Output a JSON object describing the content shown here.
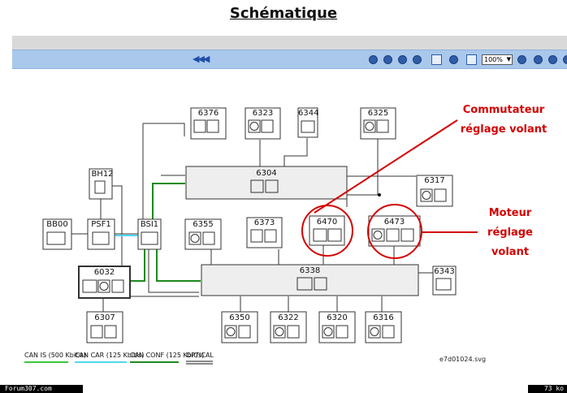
{
  "page": {
    "title": "Schématique"
  },
  "viewer": {
    "back_nav": "◀◀◀",
    "zoom_value": "100%"
  },
  "colors": {
    "toolbar_bg": "#a9c8ec",
    "annotation_red": "#d40000",
    "can_is": "#3cc83c",
    "can_car": "#4fd8f0",
    "can_conf": "#1e8a1e"
  },
  "nodes": {
    "n6376": "6376",
    "n6323": "6323",
    "n6344": "6344",
    "n6325": "6325",
    "n6304": "6304",
    "nBH12": "BH12",
    "n6317": "6317",
    "nBB00": "BB00",
    "nPSF1": "PSF1",
    "nBSI1": "BSI1",
    "n6355": "6355",
    "n6373": "6373",
    "n6470": "6470",
    "n6473": "6473",
    "n6032": "6032",
    "n6338": "6338",
    "n6343": "6343",
    "n6307": "6307",
    "n6350": "6350",
    "n6322": "6322",
    "n6320": "6320",
    "n6316": "6316"
  },
  "annotations": {
    "commutateur": [
      "Commutateur",
      "réglage volant"
    ],
    "moteur": [
      "Moteur",
      "réglage",
      "volant"
    ]
  },
  "legend": {
    "can_is": "CAN IS (500 Kbit/s)",
    "can_car": "CAN CAR (125 Kbit/s)",
    "can_conf": "CAN CONF (125 Kbit/s)",
    "optical": "OPTICAL"
  },
  "filename": "e7d01024.svg",
  "footer": {
    "site": "Forum307.com",
    "size": "73 ko"
  }
}
